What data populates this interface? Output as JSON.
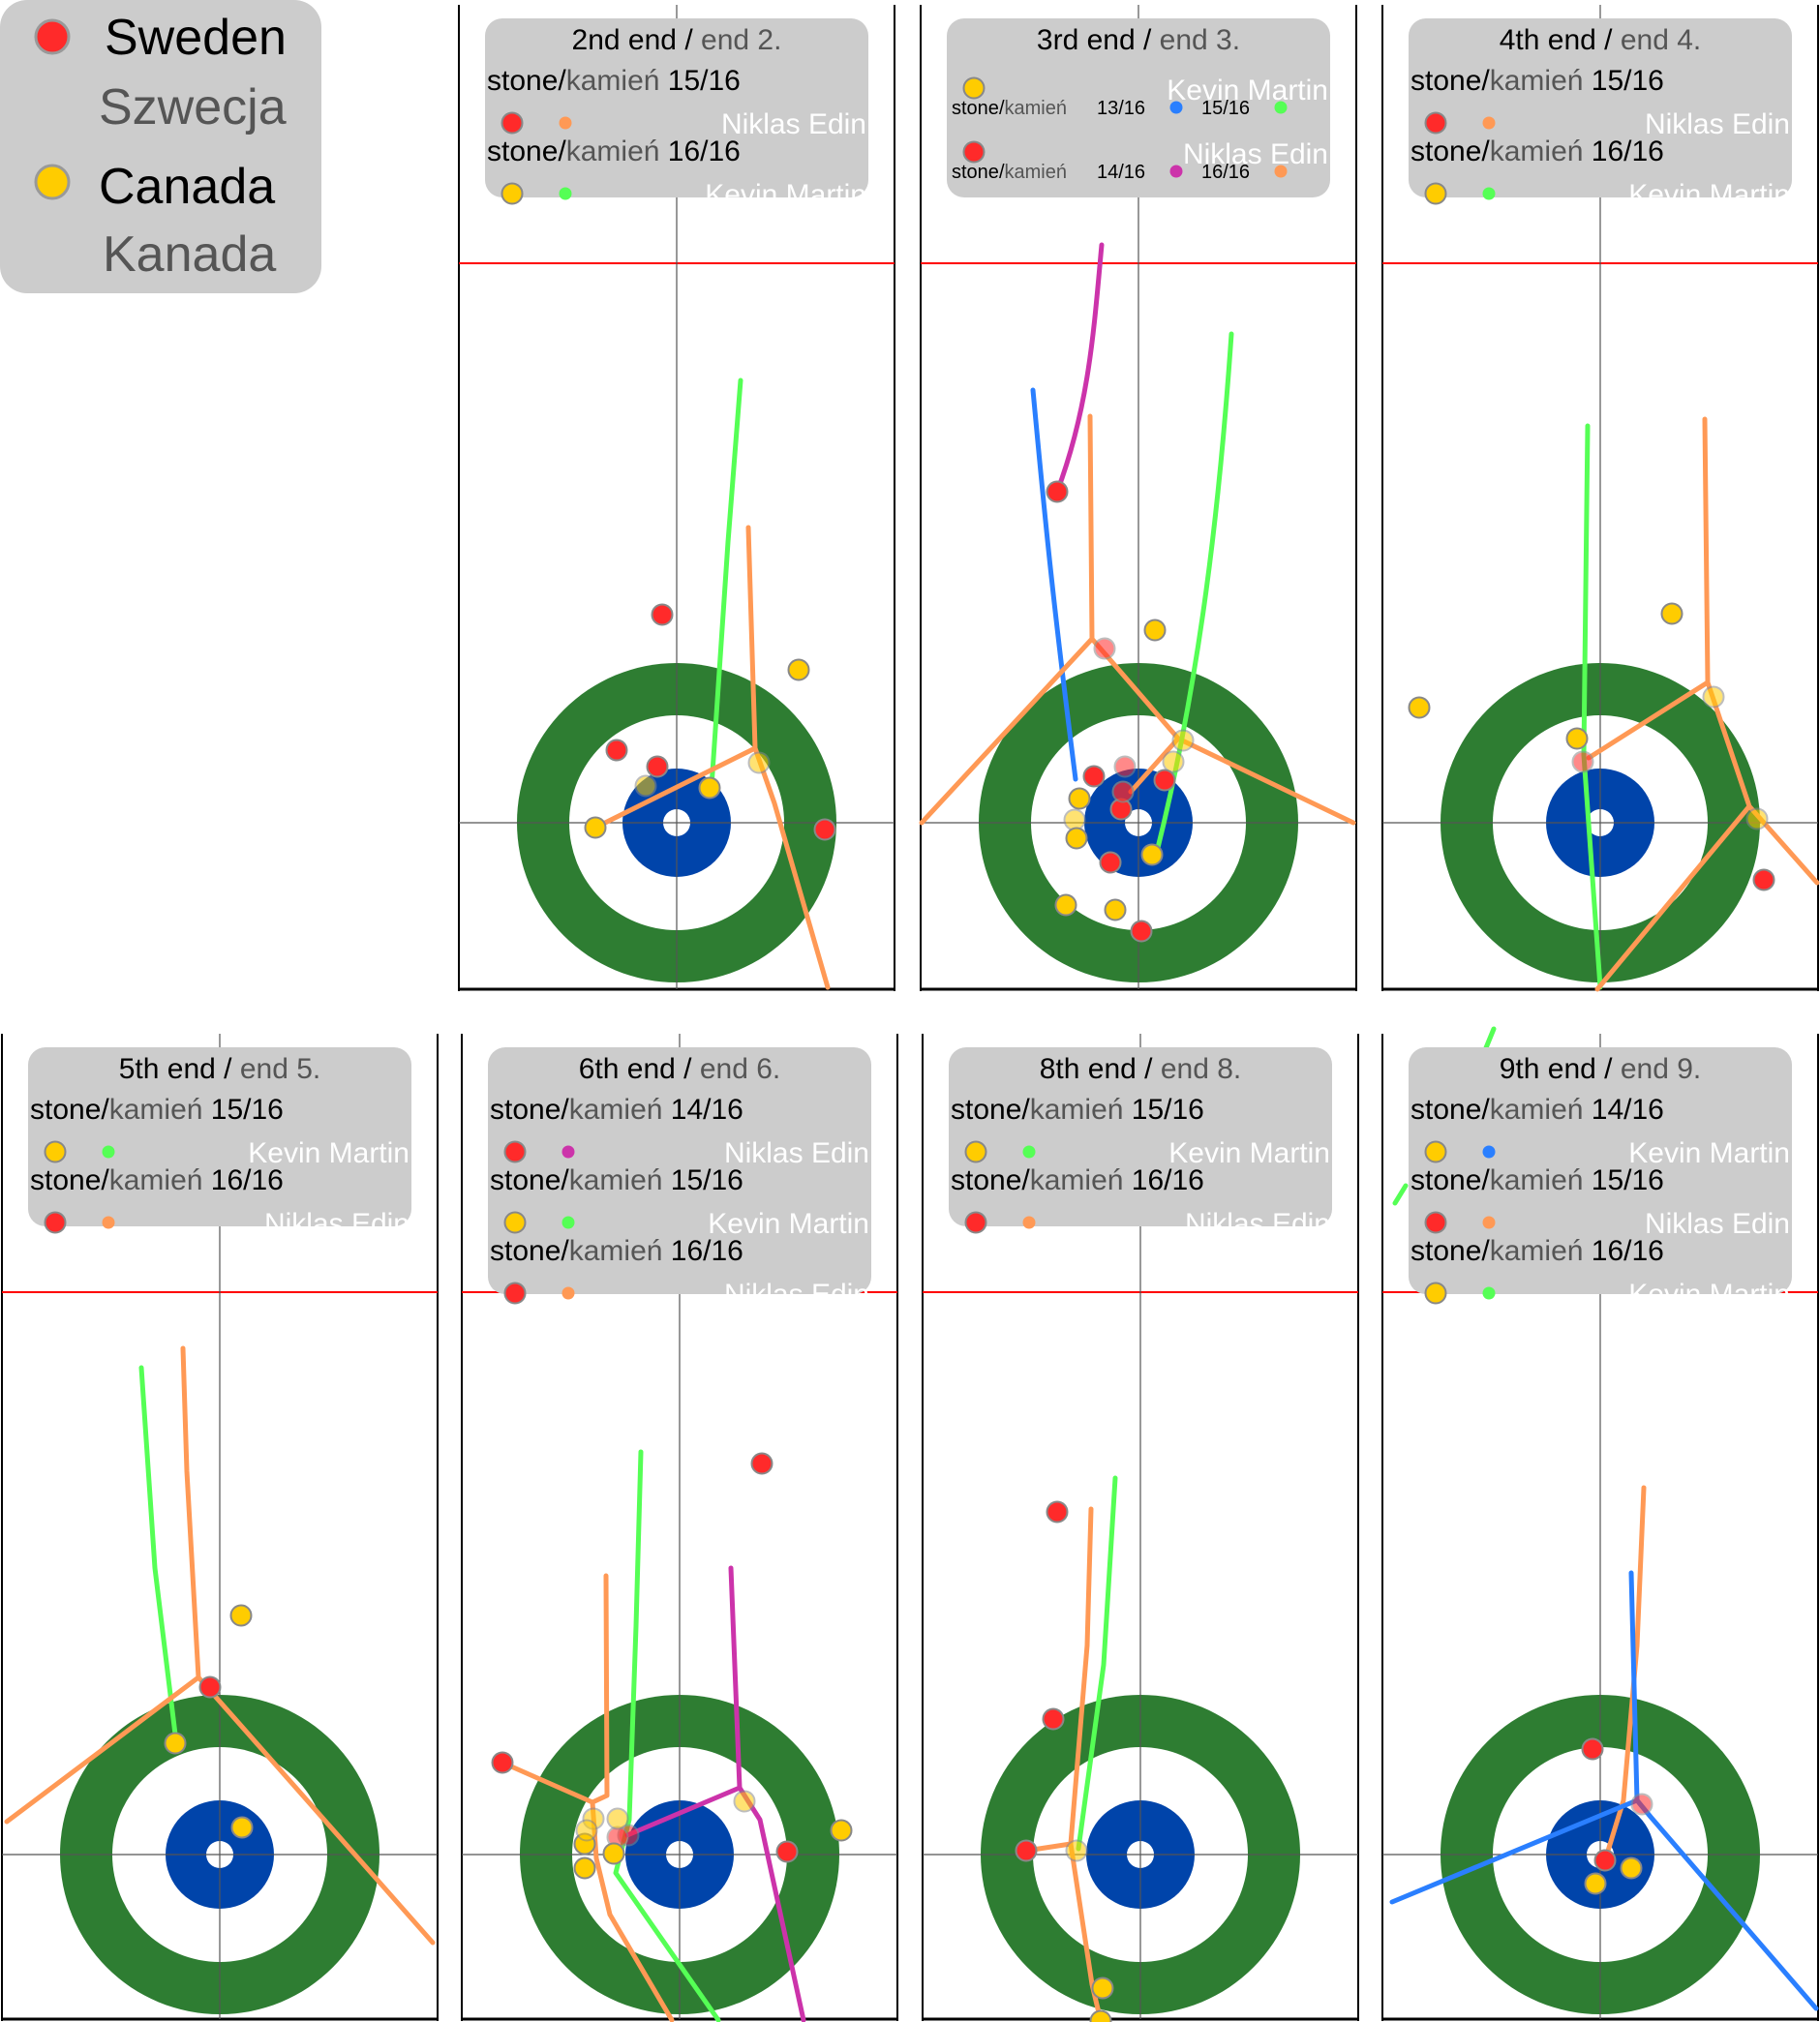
{
  "legend": {
    "items": [
      {
        "label_en": "Sweden",
        "label_pl": "Szwecja",
        "color": "#ff2a2a"
      },
      {
        "label_en": "Canada",
        "label_pl": "Kanada",
        "color": "#ffcc00"
      }
    ]
  },
  "colors": {
    "house_outer": "#2e7d32",
    "house_inner": "#0044aa",
    "hog_line": "#ff0000",
    "sweden": "#ff2a2a",
    "canada": "#ffcc00",
    "path_orange": "#ff9955",
    "path_green": "#55ff55",
    "path_purple": "#cc33aa",
    "path_blue": "#2a7fff",
    "panel_bg": "#cccccc"
  },
  "stone_word_en": "stone",
  "stone_word_pl": "kamień",
  "ends": [
    {
      "title_en": "2nd end",
      "title_pl": "end 2.",
      "shots": [
        {
          "shot": "15/16",
          "team": "sweden",
          "path": "orange",
          "player": "Niklas Edin"
        },
        {
          "shot": "16/16",
          "team": "canada",
          "path": "green",
          "player": "Kevin Martin"
        }
      ]
    },
    {
      "title_en": "3rd end",
      "title_pl": "end 3.",
      "compact": true,
      "groups": [
        {
          "team": "canada",
          "player": "Kevin Martin",
          "shots": [
            {
              "shot": "13/16",
              "path": "blue"
            },
            {
              "shot": "15/16",
              "path": "green"
            }
          ]
        },
        {
          "team": "sweden",
          "player": "Niklas Edin",
          "shots": [
            {
              "shot": "14/16",
              "path": "purple"
            },
            {
              "shot": "16/16",
              "path": "orange"
            }
          ]
        }
      ]
    },
    {
      "title_en": "4th end",
      "title_pl": "end 4.",
      "shots": [
        {
          "shot": "15/16",
          "team": "sweden",
          "path": "orange",
          "player": "Niklas Edin"
        },
        {
          "shot": "16/16",
          "team": "canada",
          "path": "green",
          "player": "Kevin Martin"
        }
      ]
    },
    {
      "title_en": "5th end",
      "title_pl": "end 5.",
      "shots": [
        {
          "shot": "15/16",
          "team": "canada",
          "path": "green",
          "player": "Kevin Martin"
        },
        {
          "shot": "16/16",
          "team": "sweden",
          "path": "orange",
          "player": "Niklas Edin"
        }
      ]
    },
    {
      "title_en": "6th end",
      "title_pl": "end 6.",
      "shots": [
        {
          "shot": "14/16",
          "team": "sweden",
          "path": "purple",
          "player": "Niklas Edin"
        },
        {
          "shot": "15/16",
          "team": "canada",
          "path": "green",
          "player": "Kevin Martin"
        },
        {
          "shot": "16/16",
          "team": "sweden",
          "path": "orange",
          "player": "Niklas Edin"
        }
      ]
    },
    {
      "title_en": "8th end",
      "title_pl": "end 8.",
      "shots": [
        {
          "shot": "15/16",
          "team": "canada",
          "path": "green",
          "player": "Kevin Martin"
        },
        {
          "shot": "16/16",
          "team": "sweden",
          "path": "orange",
          "player": "Niklas Edin"
        }
      ]
    },
    {
      "title_en": "9th end",
      "title_pl": "end 9.",
      "shots": [
        {
          "shot": "14/16",
          "team": "canada",
          "path": "blue",
          "player": "Kevin Martin"
        },
        {
          "shot": "15/16",
          "team": "sweden",
          "path": "orange",
          "player": "Niklas Edin"
        },
        {
          "shot": "16/16",
          "team": "canada",
          "path": "green",
          "player": "Kevin Martin"
        }
      ]
    }
  ]
}
